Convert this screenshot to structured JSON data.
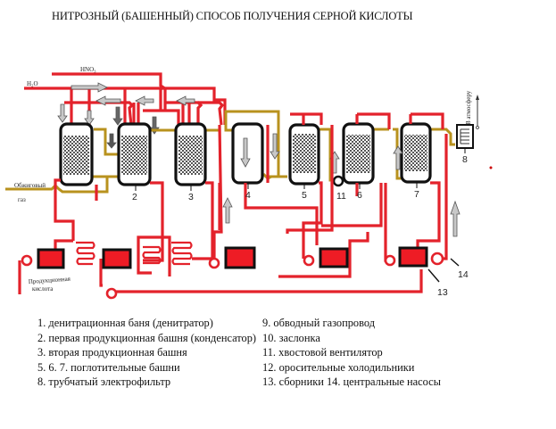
{
  "title": "НИТРОЗНЫЙ (БАШЕННЫЙ) СПОСОБ ПОЛУЧЕНИЯ СЕРНОЙ КИСЛОТЫ",
  "diagram": {
    "inputs": {
      "hno3": "HNO₃",
      "h2o": "H₂O",
      "roast_gas_line1": "Обжиговый",
      "roast_gas_line2": "газ",
      "product_acid_line1": "Продукционная",
      "product_acid_line2": "кислота",
      "to_atmosphere": "В атмосферу"
    },
    "equipment_labels": {
      "tower2": "2",
      "tower3": "3",
      "tower4": "4",
      "tower5": "5",
      "fan11": "11",
      "tower6": "6",
      "tower7": "7",
      "filter8": "8",
      "collector13": "13",
      "pump14": "14"
    },
    "colors": {
      "acid_line": "#e3222b",
      "gas_line": "#b8921e",
      "collector": "#ee1c25",
      "vessel_outline": "#111111"
    }
  },
  "legend": {
    "left": [
      "1. денитрационная баня (денитратор)",
      "2. первая продукционная башня (конденсатор)",
      "3. вторая продукционная башня",
      "5. 6. 7. поглотительные башни",
      "8. трубчатый электрофильтр"
    ],
    "right": [
      "9. обводный газопровод",
      "10. заслонка",
      "11. хвостовой вентилятор",
      "12. оросительные холодильники",
      "13. сборники 14. центральные насосы"
    ]
  }
}
